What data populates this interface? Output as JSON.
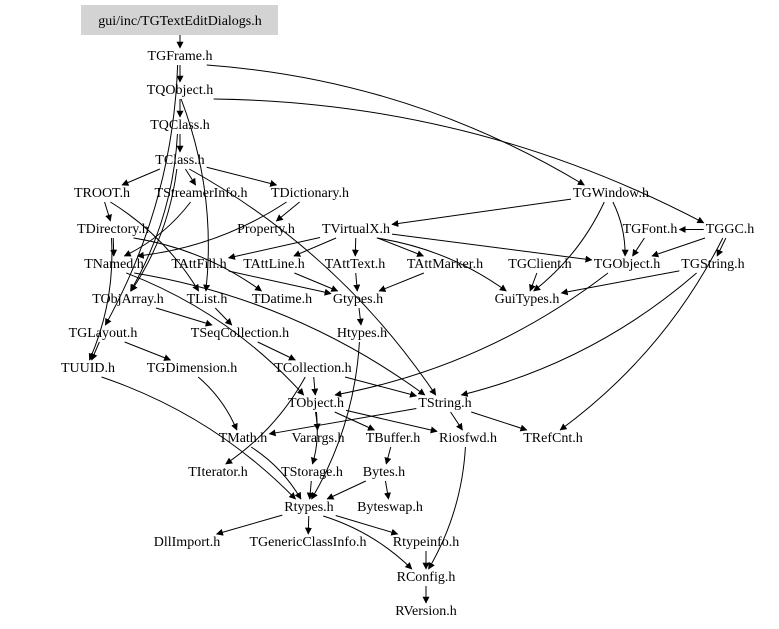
{
  "diagram": {
    "type": "include-dependency-graph",
    "root": "gui/inc/TGTextEditDialogs.h",
    "colors": {
      "root_fill": "#d3d3d3",
      "edge": "#000000",
      "text": "#000000",
      "background": "#ffffff"
    },
    "nodes": [
      {
        "id": "root",
        "label": "gui/inc/TGTextEditDialogs.h"
      },
      {
        "id": "TGFrame",
        "label": "TGFrame.h"
      },
      {
        "id": "TQObject",
        "label": "TQObject.h"
      },
      {
        "id": "TQClass",
        "label": "TQClass.h"
      },
      {
        "id": "TClass",
        "label": "TClass.h"
      },
      {
        "id": "TROOT",
        "label": "TROOT.h"
      },
      {
        "id": "TStreamerInfo",
        "label": "TStreamerInfo.h"
      },
      {
        "id": "TDictionary",
        "label": "TDictionary.h"
      },
      {
        "id": "TGWindow",
        "label": "TGWindow.h"
      },
      {
        "id": "TDirectory",
        "label": "TDirectory.h"
      },
      {
        "id": "Property",
        "label": "Property.h"
      },
      {
        "id": "TVirtualX",
        "label": "TVirtualX.h"
      },
      {
        "id": "TGFont",
        "label": "TGFont.h"
      },
      {
        "id": "TGGC",
        "label": "TGGC.h"
      },
      {
        "id": "TNamed",
        "label": "TNamed.h"
      },
      {
        "id": "TAttFill",
        "label": "TAttFill.h"
      },
      {
        "id": "TAttLine",
        "label": "TAttLine.h"
      },
      {
        "id": "TAttText",
        "label": "TAttText.h"
      },
      {
        "id": "TAttMarker",
        "label": "TAttMarker.h"
      },
      {
        "id": "TGClient",
        "label": "TGClient.h"
      },
      {
        "id": "TGObject",
        "label": "TGObject.h"
      },
      {
        "id": "TGString",
        "label": "TGString.h"
      },
      {
        "id": "TObjArray",
        "label": "TObjArray.h"
      },
      {
        "id": "TList",
        "label": "TList.h"
      },
      {
        "id": "TDatime",
        "label": "TDatime.h"
      },
      {
        "id": "Gtypes",
        "label": "Gtypes.h"
      },
      {
        "id": "GuiTypes",
        "label": "GuiTypes.h"
      },
      {
        "id": "TGLayout",
        "label": "TGLayout.h"
      },
      {
        "id": "TSeqCollection",
        "label": "TSeqCollection.h"
      },
      {
        "id": "Htypes",
        "label": "Htypes.h"
      },
      {
        "id": "TUUID",
        "label": "TUUID.h"
      },
      {
        "id": "TGDimension",
        "label": "TGDimension.h"
      },
      {
        "id": "TCollection",
        "label": "TCollection.h"
      },
      {
        "id": "TObject",
        "label": "TObject.h"
      },
      {
        "id": "TString",
        "label": "TString.h"
      },
      {
        "id": "TMath",
        "label": "TMath.h"
      },
      {
        "id": "Varargs",
        "label": "Varargs.h"
      },
      {
        "id": "TBuffer",
        "label": "TBuffer.h"
      },
      {
        "id": "Riosfwd",
        "label": "Riosfwd.h"
      },
      {
        "id": "TRefCnt",
        "label": "TRefCnt.h"
      },
      {
        "id": "TIterator",
        "label": "TIterator.h"
      },
      {
        "id": "TStorage",
        "label": "TStorage.h"
      },
      {
        "id": "Bytes",
        "label": "Bytes.h"
      },
      {
        "id": "Rtypes",
        "label": "Rtypes.h"
      },
      {
        "id": "Byteswap",
        "label": "Byteswap.h"
      },
      {
        "id": "DllImport",
        "label": "DllImport.h"
      },
      {
        "id": "TGenericClassInfo",
        "label": "TGenericClassInfo.h"
      },
      {
        "id": "Rtypeinfo",
        "label": "Rtypeinfo.h"
      },
      {
        "id": "RConfig",
        "label": "RConfig.h"
      },
      {
        "id": "RVersion",
        "label": "RVersion.h"
      }
    ],
    "edges": [
      [
        "root",
        "TGFrame"
      ],
      [
        "TGFrame",
        "TQObject"
      ],
      [
        "TGFrame",
        "TGWindow"
      ],
      [
        "TGFrame",
        "TGLayout"
      ],
      [
        "TQObject",
        "TQClass"
      ],
      [
        "TQObject",
        "TGGC"
      ],
      [
        "TQObject",
        "TList"
      ],
      [
        "TQClass",
        "TClass"
      ],
      [
        "TQClass",
        "TObjArray"
      ],
      [
        "TClass",
        "TROOT"
      ],
      [
        "TClass",
        "TStreamerInfo"
      ],
      [
        "TClass",
        "TDictionary"
      ],
      [
        "TClass",
        "TObjArray"
      ],
      [
        "TClass",
        "TString"
      ],
      [
        "TROOT",
        "TDirectory"
      ],
      [
        "TROOT",
        "TList"
      ],
      [
        "TStreamerInfo",
        "TNamed"
      ],
      [
        "TDictionary",
        "Property"
      ],
      [
        "TDictionary",
        "TNamed"
      ],
      [
        "TDirectory",
        "TNamed"
      ],
      [
        "TDirectory",
        "TDatime"
      ],
      [
        "TDirectory",
        "TUUID"
      ],
      [
        "TGWindow",
        "TVirtualX"
      ],
      [
        "TGWindow",
        "TGObject"
      ],
      [
        "TGWindow",
        "GuiTypes"
      ],
      [
        "TVirtualX",
        "TAttFill"
      ],
      [
        "TVirtualX",
        "TAttLine"
      ],
      [
        "TVirtualX",
        "TAttText"
      ],
      [
        "TVirtualX",
        "TAttMarker"
      ],
      [
        "TVirtualX",
        "TGObject"
      ],
      [
        "TVirtualX",
        "GuiTypes"
      ],
      [
        "TGGC",
        "TGFont"
      ],
      [
        "TGGC",
        "TGObject"
      ],
      [
        "TGGC",
        "TGString"
      ],
      [
        "TGGC",
        "TRefCnt"
      ],
      [
        "TGFont",
        "TGObject"
      ],
      [
        "TGClient",
        "GuiTypes"
      ],
      [
        "TGObject",
        "TObject"
      ],
      [
        "TGString",
        "GuiTypes"
      ],
      [
        "TGString",
        "TString"
      ],
      [
        "TNamed",
        "TObject"
      ],
      [
        "TNamed",
        "TString"
      ],
      [
        "TAttFill",
        "Gtypes"
      ],
      [
        "TAttLine",
        "Gtypes"
      ],
      [
        "TAttText",
        "Gtypes"
      ],
      [
        "TAttMarker",
        "Gtypes"
      ],
      [
        "Gtypes",
        "Htypes"
      ],
      [
        "Htypes",
        "Rtypes"
      ],
      [
        "TObjArray",
        "TSeqCollection"
      ],
      [
        "TList",
        "TSeqCollection"
      ],
      [
        "TSeqCollection",
        "TCollection"
      ],
      [
        "TCollection",
        "TObject"
      ],
      [
        "TCollection",
        "TIterator"
      ],
      [
        "TCollection",
        "TString"
      ],
      [
        "TGLayout",
        "TGDimension"
      ],
      [
        "TGLayout",
        "TUUID"
      ],
      [
        "TGDimension",
        "TMath"
      ],
      [
        "TUUID",
        "Rtypes"
      ],
      [
        "TObject",
        "Varargs"
      ],
      [
        "TObject",
        "TStorage"
      ],
      [
        "TObject",
        "Riosfwd"
      ],
      [
        "TObject",
        "TBuffer"
      ],
      [
        "TString",
        "TMath"
      ],
      [
        "TString",
        "TRefCnt"
      ],
      [
        "TString",
        "Riosfwd"
      ],
      [
        "TMath",
        "Rtypes"
      ],
      [
        "TStorage",
        "Rtypes"
      ],
      [
        "TBuffer",
        "Bytes"
      ],
      [
        "Bytes",
        "Byteswap"
      ],
      [
        "Bytes",
        "Rtypes"
      ],
      [
        "Rtypes",
        "DllImport"
      ],
      [
        "Rtypes",
        "TGenericClassInfo"
      ],
      [
        "Rtypes",
        "Rtypeinfo"
      ],
      [
        "Rtypes",
        "RConfig"
      ],
      [
        "Rtypeinfo",
        "RConfig"
      ],
      [
        "Riosfwd",
        "RConfig"
      ],
      [
        "RConfig",
        "RVersion"
      ]
    ]
  }
}
